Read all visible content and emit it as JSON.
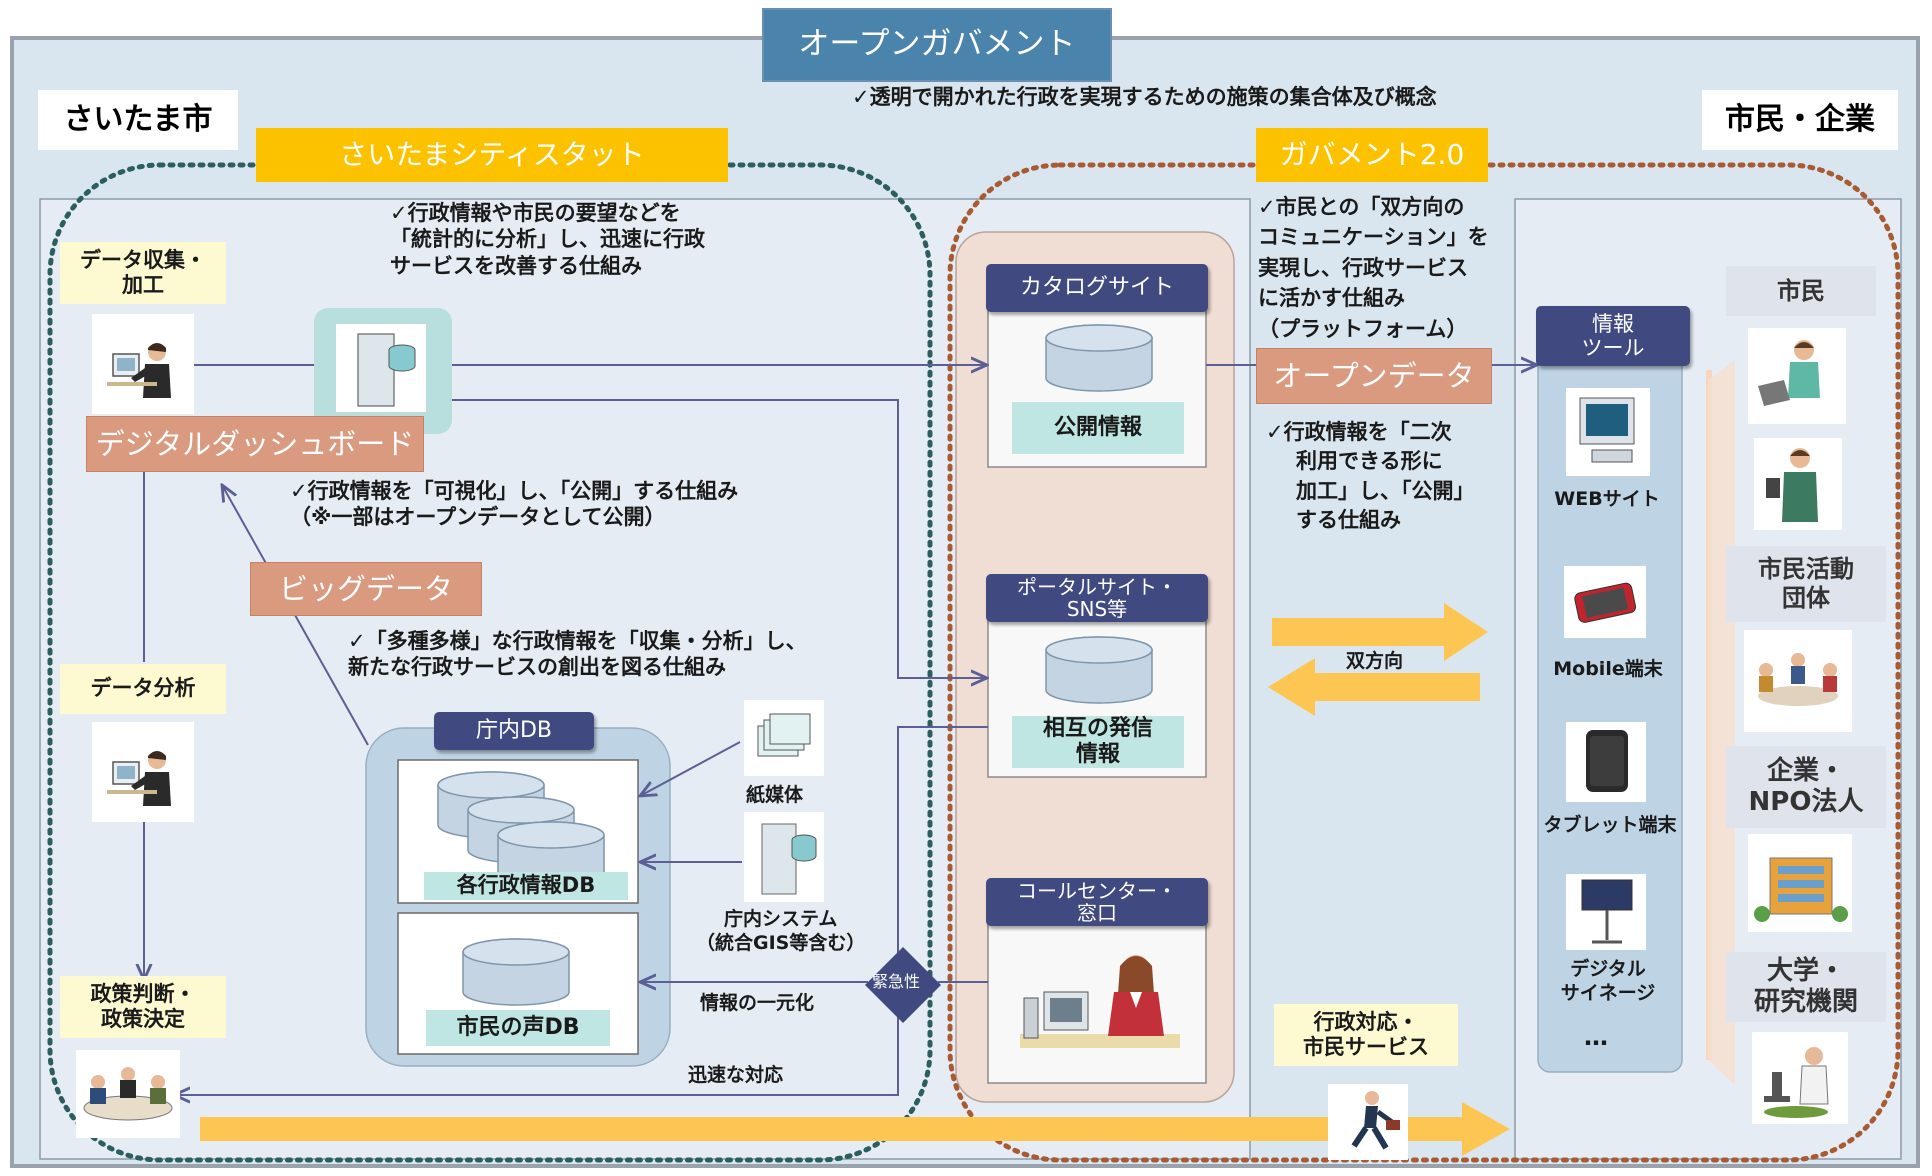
{
  "title": "オープンガバメント",
  "concept": "✓透明で開かれた行政を実現するための施策の集合体及び概念",
  "left_org": "さいたま市",
  "right_org": "市民・企業",
  "citystat": {
    "label": "さいたまシティスタット",
    "desc": [
      "✓行政情報や市民の要望などを",
      "「統計的に分析」し、迅速に行政",
      "サービスを改善する仕組み"
    ]
  },
  "gov20": {
    "label": "ガバメント2.0",
    "desc": [
      "✓市民との「双方向の",
      "コミュニケーション」を",
      "実現し、行政サービス",
      "に活かす仕組み",
      "（プラットフォーム）"
    ]
  },
  "steps": {
    "collect": [
      "データ収集・",
      "加工"
    ],
    "analyze": "データ分析",
    "decide": [
      "政策判断・",
      "政策決定"
    ]
  },
  "dashboard": {
    "label": "デジタルダッシュボード",
    "desc": [
      "✓行政情報を「可視化」し、「公開」する仕組み",
      "（※一部はオープンデータとして公開）"
    ]
  },
  "bigdata": {
    "label": "ビッグデータ",
    "desc": [
      "✓「多種多様」な行政情報を「収集・分析」し、",
      "新たな行政サービスの創出を図る仕組み"
    ]
  },
  "db": {
    "header": "庁内DB",
    "each": "各行政情報DB",
    "voice": "市民の声DB"
  },
  "sources": {
    "paper": "紙媒体",
    "system": [
      "庁内システム",
      "（統合GIS等含む）"
    ],
    "unify": "情報の一元化",
    "urgent": "緊急性",
    "rapid": "迅速な対応"
  },
  "platform": {
    "catalog": "カタログサイト",
    "public_info": "公開情報",
    "portal": [
      "ポータルサイト・",
      "SNS等"
    ],
    "mutual": [
      "相互の発信",
      "情報"
    ],
    "callcenter": [
      "コールセンター・",
      "窓口"
    ]
  },
  "opendata": {
    "label": "オープンデータ",
    "desc": [
      "✓行政情報を「二次",
      "利用できる形に",
      "加工」し、「公開」",
      "する仕組み"
    ]
  },
  "bidirectional": "双方向",
  "service": [
    "行政対応・",
    "市民サービス"
  ],
  "tools": {
    "header": [
      "情報",
      "ツール"
    ],
    "items": [
      "WEBサイト",
      "Mobile端末",
      "タブレット端末",
      "デジタル",
      "サイネージ",
      "…"
    ]
  },
  "stakeholders": [
    {
      "name": [
        "市民"
      ]
    },
    {
      "name": [
        "市民活動",
        "団体"
      ]
    },
    {
      "name": [
        "企業・",
        "NPO法人"
      ]
    },
    {
      "name": [
        "大学・",
        "研究機関"
      ]
    }
  ],
  "colors": {
    "navy": "#404a80",
    "title_blue": "#4a83ab",
    "salmon": "#da9a80",
    "yellow": "#fcc200",
    "arrow_yellow": "#fdc653",
    "mint": "#bfe6e2",
    "teal_dots": "#2b5e5f",
    "brown_dots": "#a85a33"
  }
}
